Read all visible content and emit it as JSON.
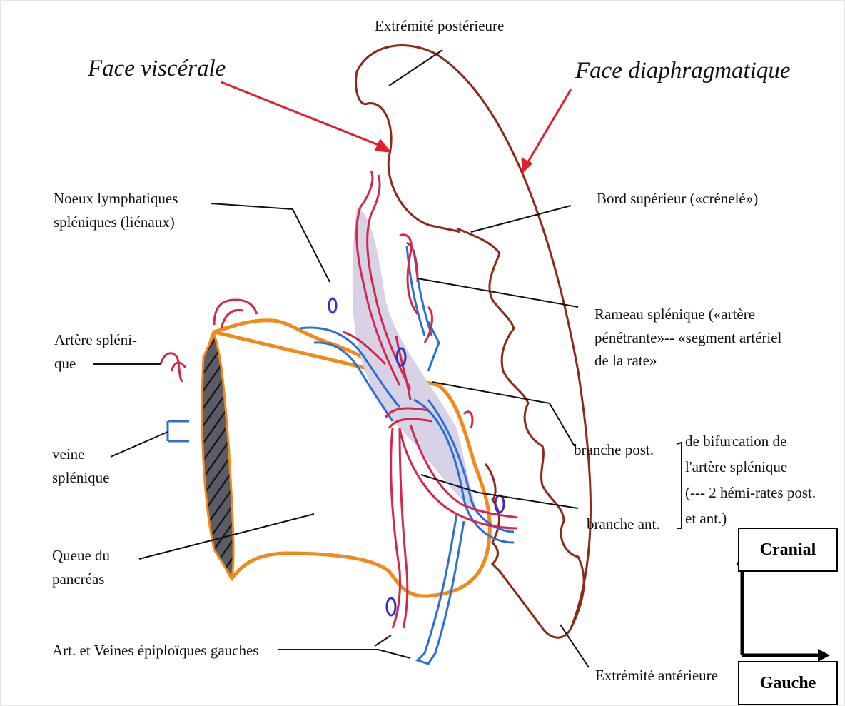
{
  "labels": {
    "extremite_posterieure": "Extrémité postérieure",
    "face_viscerale": "Face viscérale",
    "face_diaphragmatique": "Face diaphragmatique",
    "noeux_line1": "Noeux lymphatiques",
    "noeux_line2": "spléniques (liénaux)",
    "bord_superieur": "Bord supérieur («crénelé»)",
    "artere_line1": "Artère spléni-",
    "artere_line2": "que",
    "rameau_line1": "Rameau splénique («artère",
    "rameau_line2": "pénétrante»-- «segment artériel",
    "rameau_line3": "de la rate»",
    "veine_line1": "veine",
    "veine_line2": "splénique",
    "branche_post": "branche post.",
    "bifurcation_line1": "de bifurcation de",
    "bifurcation_line2": "l'artère splénique",
    "bifurcation_line3": "(--- 2 hémi-rates post.",
    "bifurcation_line4": "et ant.)",
    "branche_ant": "branche ant.",
    "queue_line1": "Queue du",
    "queue_line2": "pancréas",
    "art_veines": "Art. et Veines épiploïques gauches",
    "extremite_anterieure": "Extrémité antérieure"
  },
  "orientation": {
    "cranial": "Cranial",
    "gauche": "Gauche"
  },
  "colors": {
    "spleen_outline": "#8b2a1a",
    "pancreas_outline": "#f08a1c",
    "artery": "#d4284a",
    "vein": "#2b6fd6",
    "node": "#3a2fc0",
    "pointer_arrow": "#e0202e",
    "hilum_fill": "#d8d2e6"
  }
}
